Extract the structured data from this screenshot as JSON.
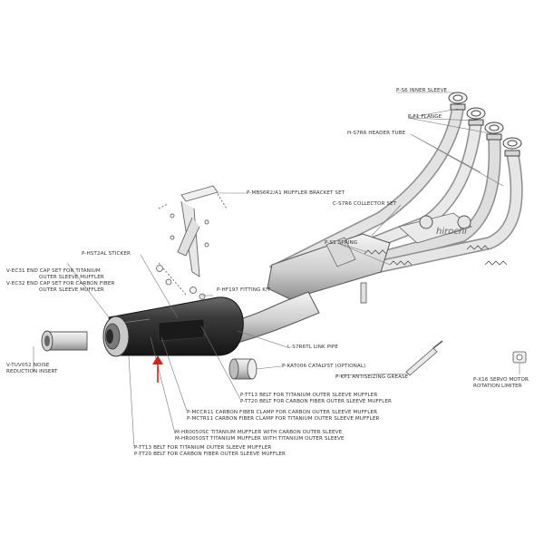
{
  "labels": {
    "inner_sleeve": "P-S6  INNER SLEEVE",
    "flange": "P-F1  FLANGE",
    "header_tube": "H-S7R6  HEADER TUBE",
    "muffler_bracket": "P-MBS6R2/A1  MUFFLER BRACKET SET",
    "collector": "C-S7R6  COLLECTOR SET",
    "spring": "P-S1  SPRING",
    "sticker": "P-HST2AL  STICKER",
    "end_cap_ti_1": "V-EC31  END CAP SET FOR TITANIUM",
    "end_cap_ti_2": "OUTER SLEEVE MUFFLER",
    "end_cap_cf_1": "V-EC32  END CAP SET FOR CARBON FIBER",
    "end_cap_cf_2": "OUTER SLEEVE MUFFLER",
    "fitting_kit": "P-HF197  FITTING KIT",
    "noise_1": "V-TUV052  NOISE",
    "noise_2": "REDUCTION INSERT",
    "link_pipe": "L-S7R6TL  LINK PIPE",
    "catalyst": "P-KAT006  CATALYST (OPTIONAL)",
    "grease": "P-KP1  ANTISEIZING GREASE",
    "servo_1": "P-X16  SERVO MOTOR",
    "servo_2": "ROTATION LIMITER",
    "belt_a_1": "P-TT13  BELT FOR TITANIUM OUTER SLEEVE MUFFLER",
    "belt_a_2": "P-TT20  BELT FOR CARBON FIBER OUTER SLEEVE MUFFLER",
    "clamp_1": "P-MCCR11 CARBON FIBER CLAMP FOR CARBON OUTER SLEEVE MUFFLER",
    "clamp_2": "P-MCTR11 CARBON FIBER CLAMP FOR TITANIUM OUTER SLEEVE MUFFLER",
    "muffler_1": "M-HR0050SC  TITANIUM MUFFLER WITH CARBON OUTER SLEEVE",
    "muffler_2": "M-HR0050ST  TITANIUM MUFFLER WITH TITANIUM OUTER SLEEVE",
    "belt_b_1": "P-TT13  BELT FOR TITANIUM OUTER SLEEVE MUFFLER",
    "belt_b_2": "P-TT20  BELT FOR CARBON FIBER OUTER SLEEVE MUFFLER"
  },
  "watermark": "hirochi",
  "colors": {
    "line": "#555555",
    "muffler_dark": "#2b2b2b",
    "metal_light": "#e6e6e6",
    "metal_mid": "#9a9a9a",
    "arrow": "#d81e1e"
  }
}
